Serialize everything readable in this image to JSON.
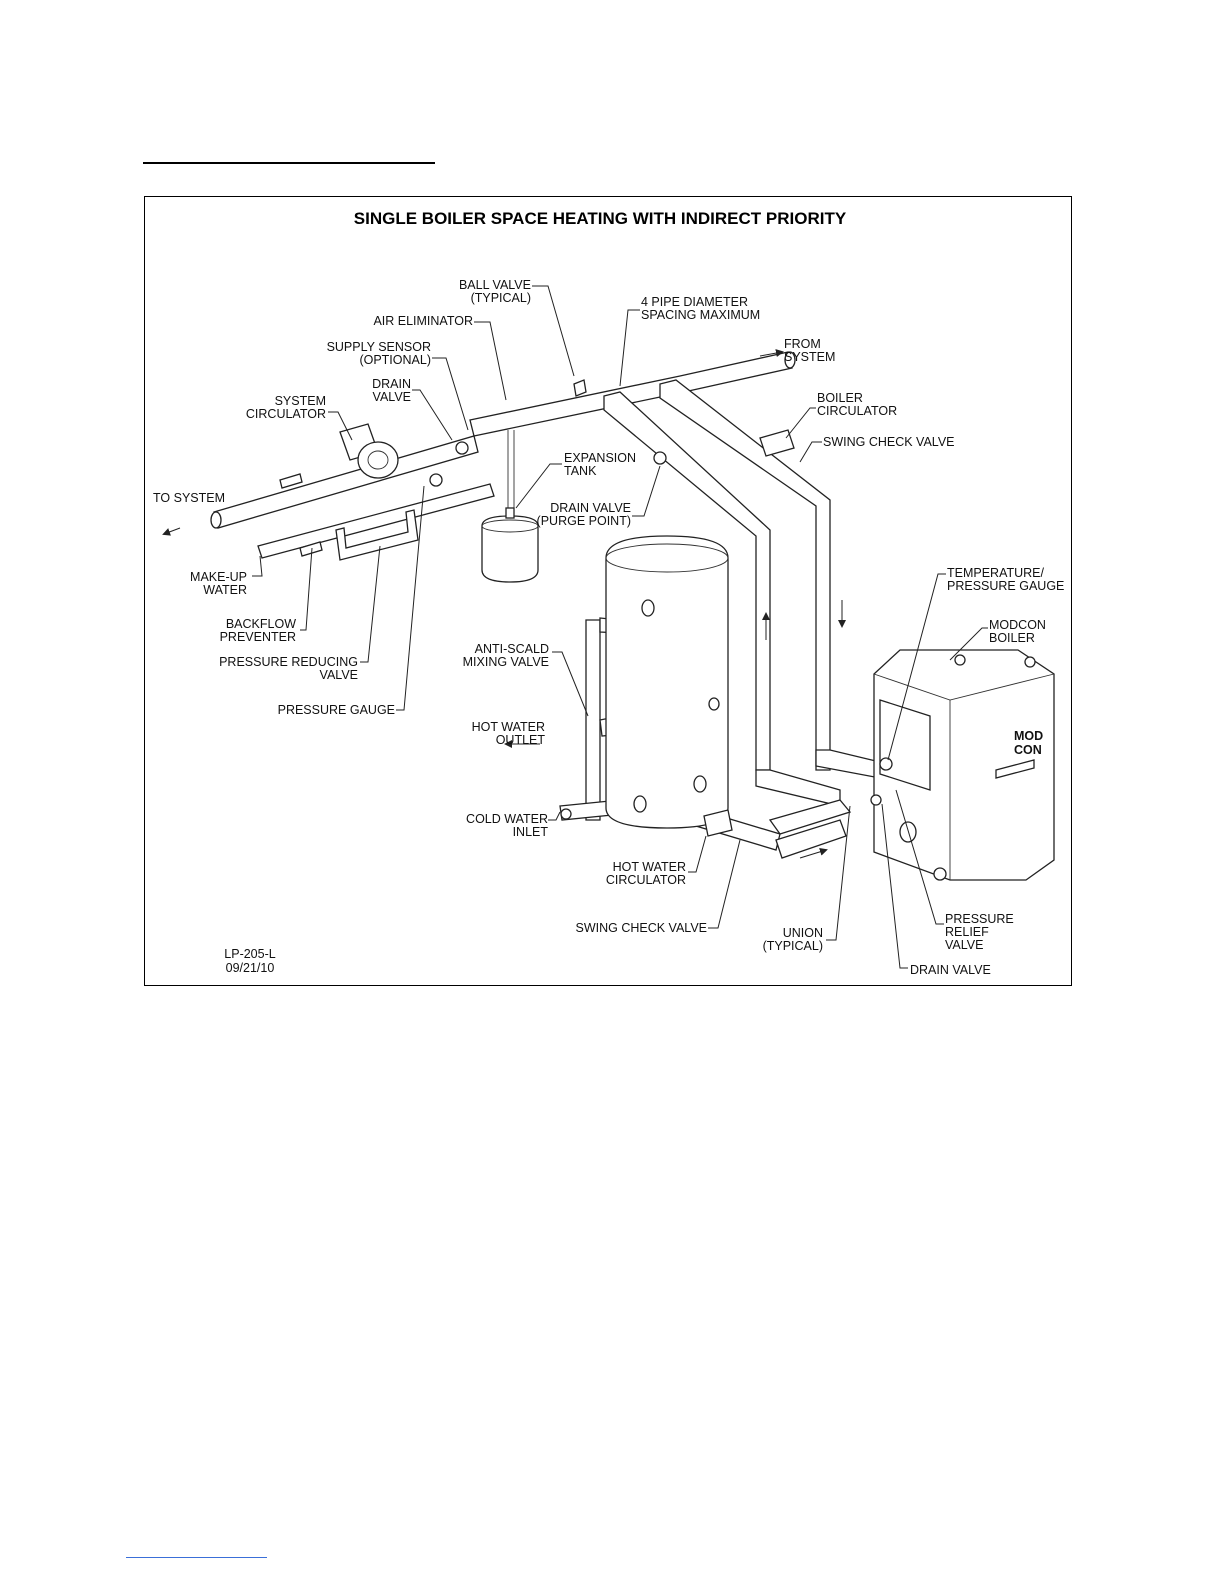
{
  "diagram": {
    "title": "SINGLE BOILER SPACE HEATING WITH INDIRECT PRIORITY",
    "drawing_number": "LP-205-L",
    "drawing_date": "09/21/10",
    "labels": {
      "ball_valve": [
        "BALL VALVE",
        "(TYPICAL)"
      ],
      "air_eliminator": [
        "AIR ELIMINATOR"
      ],
      "pipe_spacing": [
        "4 PIPE DIAMETER",
        "SPACING MAXIMUM"
      ],
      "supply_sensor": [
        "SUPPLY SENSOR",
        "(OPTIONAL)"
      ],
      "from_system": [
        "FROM",
        "SYSTEM"
      ],
      "drain_valve_top": [
        "DRAIN",
        "VALVE"
      ],
      "boiler_circulator": [
        "BOILER",
        "CIRCULATOR"
      ],
      "system_circulator": [
        "SYSTEM",
        "CIRCULATOR"
      ],
      "swing_check_top": [
        "SWING CHECK VALVE"
      ],
      "expansion_tank": [
        "EXPANSION",
        "TANK"
      ],
      "to_system": [
        "TO SYSTEM"
      ],
      "drain_purge": [
        "DRAIN VALVE",
        "(PURGE POINT)"
      ],
      "makeup_water": [
        "MAKE-UP",
        "WATER"
      ],
      "temp_pressure_gauge": [
        "TEMPERATURE/",
        "PRESSURE GAUGE"
      ],
      "backflow": [
        "BACKFLOW",
        "PREVENTER"
      ],
      "modcon_boiler": [
        "MODCON",
        "BOILER"
      ],
      "pressure_reducing": [
        "PRESSURE REDUCING",
        "VALVE"
      ],
      "anti_scald": [
        "ANTI-SCALD",
        "MIXING VALVE"
      ],
      "pressure_gauge": [
        "PRESSURE GAUGE"
      ],
      "hot_water_outlet": [
        "HOT WATER",
        "OUTLET"
      ],
      "cold_water_inlet": [
        "COLD WATER",
        "INLET"
      ],
      "hot_water_circulator": [
        "HOT WATER",
        "CIRCULATOR"
      ],
      "pressure_relief": [
        "PRESSURE",
        "RELIEF",
        "VALVE"
      ],
      "swing_check_bottom": [
        "SWING CHECK VALVE"
      ],
      "union": [
        "UNION",
        "(TYPICAL)"
      ],
      "drain_valve_bottom": [
        "DRAIN VALVE"
      ]
    },
    "boiler_badge": [
      "MOD",
      "CON"
    ]
  }
}
